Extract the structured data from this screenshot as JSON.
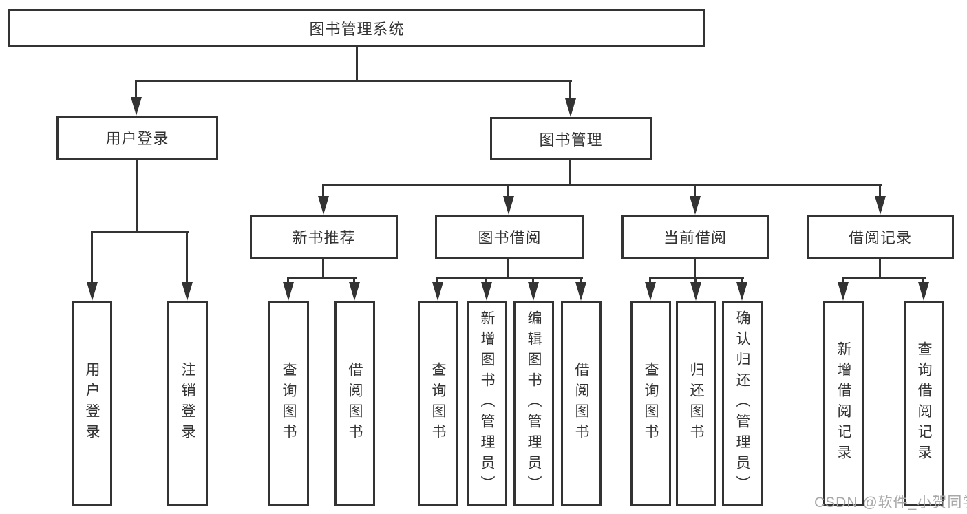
{
  "diagram_title": "图书管理系统",
  "tree": {
    "label": "图书管理系统",
    "children": [
      {
        "label": "用户登录",
        "children": [
          {
            "label": "用户登录"
          },
          {
            "label": "注销登录"
          }
        ]
      },
      {
        "label": "图书管理",
        "children": [
          {
            "label": "新书推荐",
            "children": [
              {
                "label": "查询图书"
              },
              {
                "label": "借阅图书"
              }
            ]
          },
          {
            "label": "图书借阅",
            "children": [
              {
                "label": "查询图书"
              },
              {
                "label": "新增图书（管理员）"
              },
              {
                "label": "编辑图书（管理员）"
              },
              {
                "label": "借阅图书"
              }
            ]
          },
          {
            "label": "当前借阅",
            "children": [
              {
                "label": "查询图书"
              },
              {
                "label": "归还图书"
              },
              {
                "label": "确认归还（管理员）"
              }
            ]
          },
          {
            "label": "借阅记录",
            "children": [
              {
                "label": "新增借阅记录"
              },
              {
                "label": "查询借阅记录"
              }
            ]
          }
        ]
      }
    ]
  },
  "watermark": {
    "text": "CSDN @软件_小贺同学"
  },
  "colors": {
    "line": "#333333",
    "box_border": "#333333",
    "text": "#333333",
    "watermark": "#a8a8a8",
    "background": "#ffffff"
  }
}
